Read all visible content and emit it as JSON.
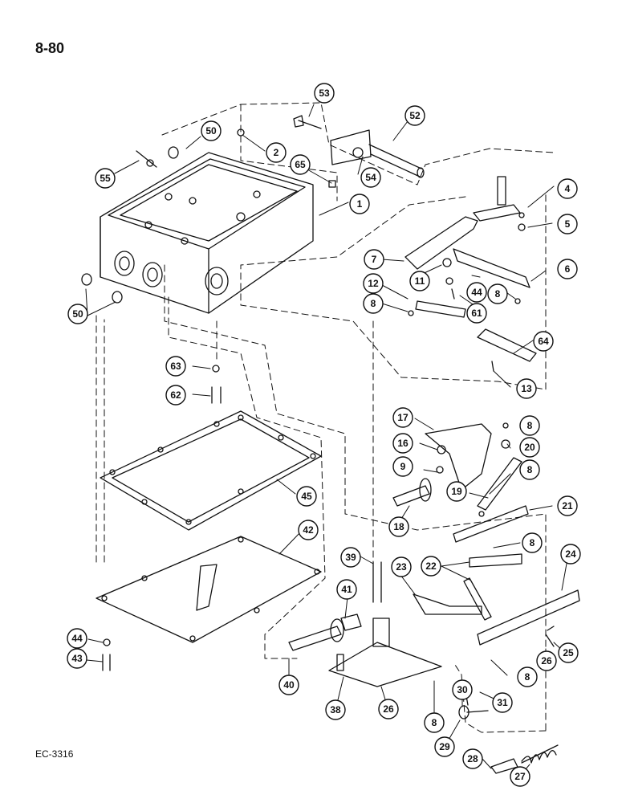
{
  "page_number": "8-80",
  "diagram_code": "EC-3316",
  "callouts": [
    {
      "id": "c53",
      "label": "53"
    },
    {
      "id": "c52",
      "label": "52"
    },
    {
      "id": "c50a",
      "label": "50"
    },
    {
      "id": "c2",
      "label": "2"
    },
    {
      "id": "c55",
      "label": "55"
    },
    {
      "id": "c65",
      "label": "65"
    },
    {
      "id": "c54",
      "label": "54"
    },
    {
      "id": "c1",
      "label": "1"
    },
    {
      "id": "c4",
      "label": "4"
    },
    {
      "id": "c5",
      "label": "5"
    },
    {
      "id": "c7",
      "label": "7"
    },
    {
      "id": "c11",
      "label": "11"
    },
    {
      "id": "c44a",
      "label": "44"
    },
    {
      "id": "c6",
      "label": "6"
    },
    {
      "id": "c12",
      "label": "12"
    },
    {
      "id": "c8a",
      "label": "8"
    },
    {
      "id": "c8b",
      "label": "8"
    },
    {
      "id": "c61",
      "label": "61"
    },
    {
      "id": "c50b",
      "label": "50"
    },
    {
      "id": "c64",
      "label": "64"
    },
    {
      "id": "c63",
      "label": "63"
    },
    {
      "id": "c13",
      "label": "13"
    },
    {
      "id": "c62",
      "label": "62"
    },
    {
      "id": "c17",
      "label": "17"
    },
    {
      "id": "c8c",
      "label": "8"
    },
    {
      "id": "c16",
      "label": "16"
    },
    {
      "id": "c20",
      "label": "20"
    },
    {
      "id": "c9",
      "label": "9"
    },
    {
      "id": "c8d",
      "label": "8"
    },
    {
      "id": "c19",
      "label": "19"
    },
    {
      "id": "c45",
      "label": "45"
    },
    {
      "id": "c21",
      "label": "21"
    },
    {
      "id": "c18",
      "label": "18"
    },
    {
      "id": "c8e",
      "label": "8"
    },
    {
      "id": "c42",
      "label": "42"
    },
    {
      "id": "c22",
      "label": "22"
    },
    {
      "id": "c39",
      "label": "39"
    },
    {
      "id": "c23",
      "label": "23"
    },
    {
      "id": "c24",
      "label": "24"
    },
    {
      "id": "c41",
      "label": "41"
    },
    {
      "id": "c44b",
      "label": "44"
    },
    {
      "id": "c43",
      "label": "43"
    },
    {
      "id": "c30",
      "label": "30"
    },
    {
      "id": "c25",
      "label": "25"
    },
    {
      "id": "c8f",
      "label": "8"
    },
    {
      "id": "c26a",
      "label": "26"
    },
    {
      "id": "c40",
      "label": "40"
    },
    {
      "id": "c31",
      "label": "31"
    },
    {
      "id": "c38",
      "label": "38"
    },
    {
      "id": "c26b",
      "label": "26"
    },
    {
      "id": "c8g",
      "label": "8"
    },
    {
      "id": "c29",
      "label": "29"
    },
    {
      "id": "c28",
      "label": "28"
    },
    {
      "id": "c27",
      "label": "27"
    }
  ]
}
